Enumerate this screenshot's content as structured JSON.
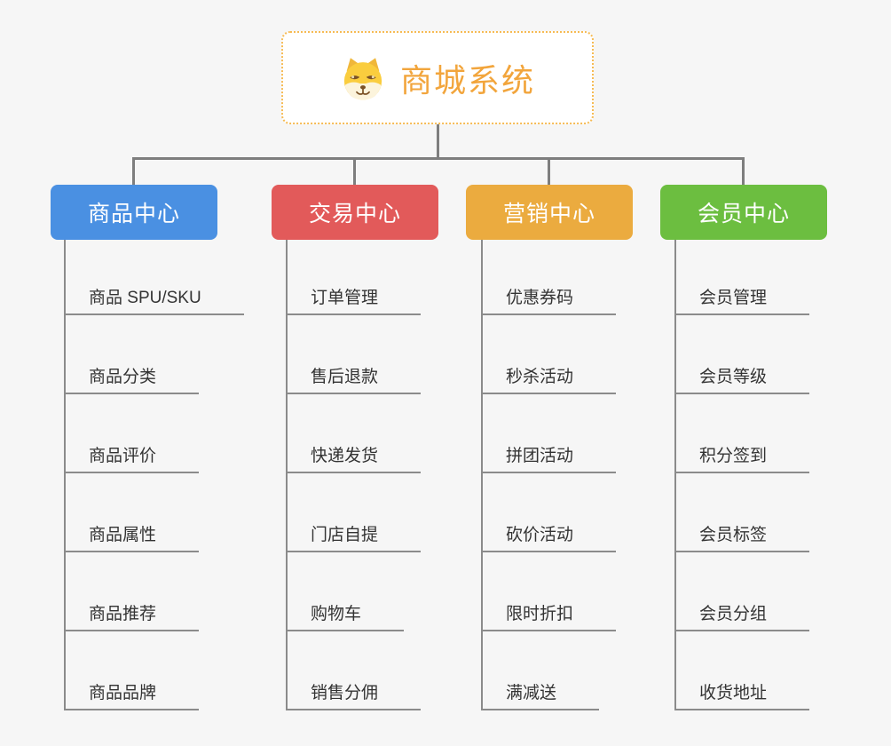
{
  "canvas": {
    "background_color": "#f6f6f6",
    "connector_color": "#7e7e7e",
    "underline_color": "#8b8b8b"
  },
  "root": {
    "title": "商城系统",
    "icon": "dog-face-icon",
    "text_color": "#F2A53C",
    "border_color": "#F6BB54"
  },
  "branches": [
    {
      "label": "商品中心",
      "color": "#4A90E2",
      "children": [
        "商品 SPU/SKU",
        "商品分类",
        "商品评价",
        "商品属性",
        "商品推荐",
        "商品品牌"
      ]
    },
    {
      "label": "交易中心",
      "color": "#E25A5A",
      "children": [
        "订单管理",
        "售后退款",
        "快递发货",
        "门店自提",
        "购物车",
        "销售分佣"
      ]
    },
    {
      "label": "营销中心",
      "color": "#EBAB3F",
      "children": [
        "优惠券码",
        "秒杀活动",
        "拼团活动",
        "砍价活动",
        "限时折扣",
        "满减送"
      ]
    },
    {
      "label": "会员中心",
      "color": "#6CBE40",
      "children": [
        "会员管理",
        "会员等级",
        "积分签到",
        "会员标签",
        "会员分组",
        "收货地址"
      ]
    }
  ]
}
